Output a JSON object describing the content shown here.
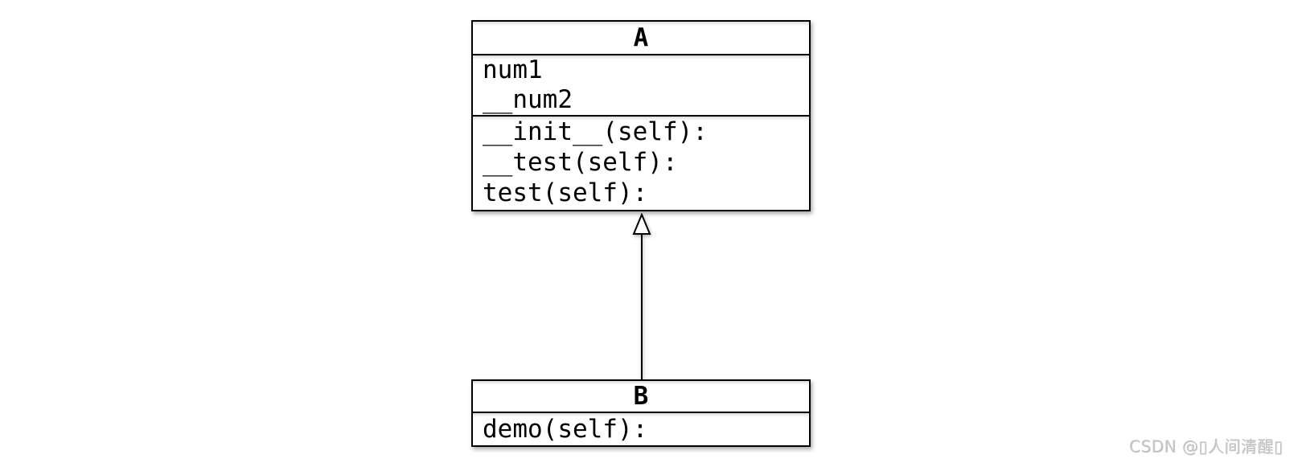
{
  "diagram": {
    "type": "uml-class-diagram",
    "classes": [
      {
        "name": "A",
        "attributes": [
          "num1",
          "__num2"
        ],
        "methods": [
          "__init__(self):",
          "__test(self):",
          "test(self):"
        ]
      },
      {
        "name": "B",
        "attributes": [],
        "methods": [
          "demo(self):"
        ]
      }
    ],
    "relationship": {
      "type": "inheritance",
      "from": "B",
      "to": "A",
      "arrow": "hollow-triangle"
    }
  },
  "watermark": {
    "text": "CSDN @▯人间清醒▯"
  },
  "colors": {
    "background": "#ffffff",
    "line": "#000000",
    "text": "#000000",
    "watermark": "#c7c7c7"
  }
}
